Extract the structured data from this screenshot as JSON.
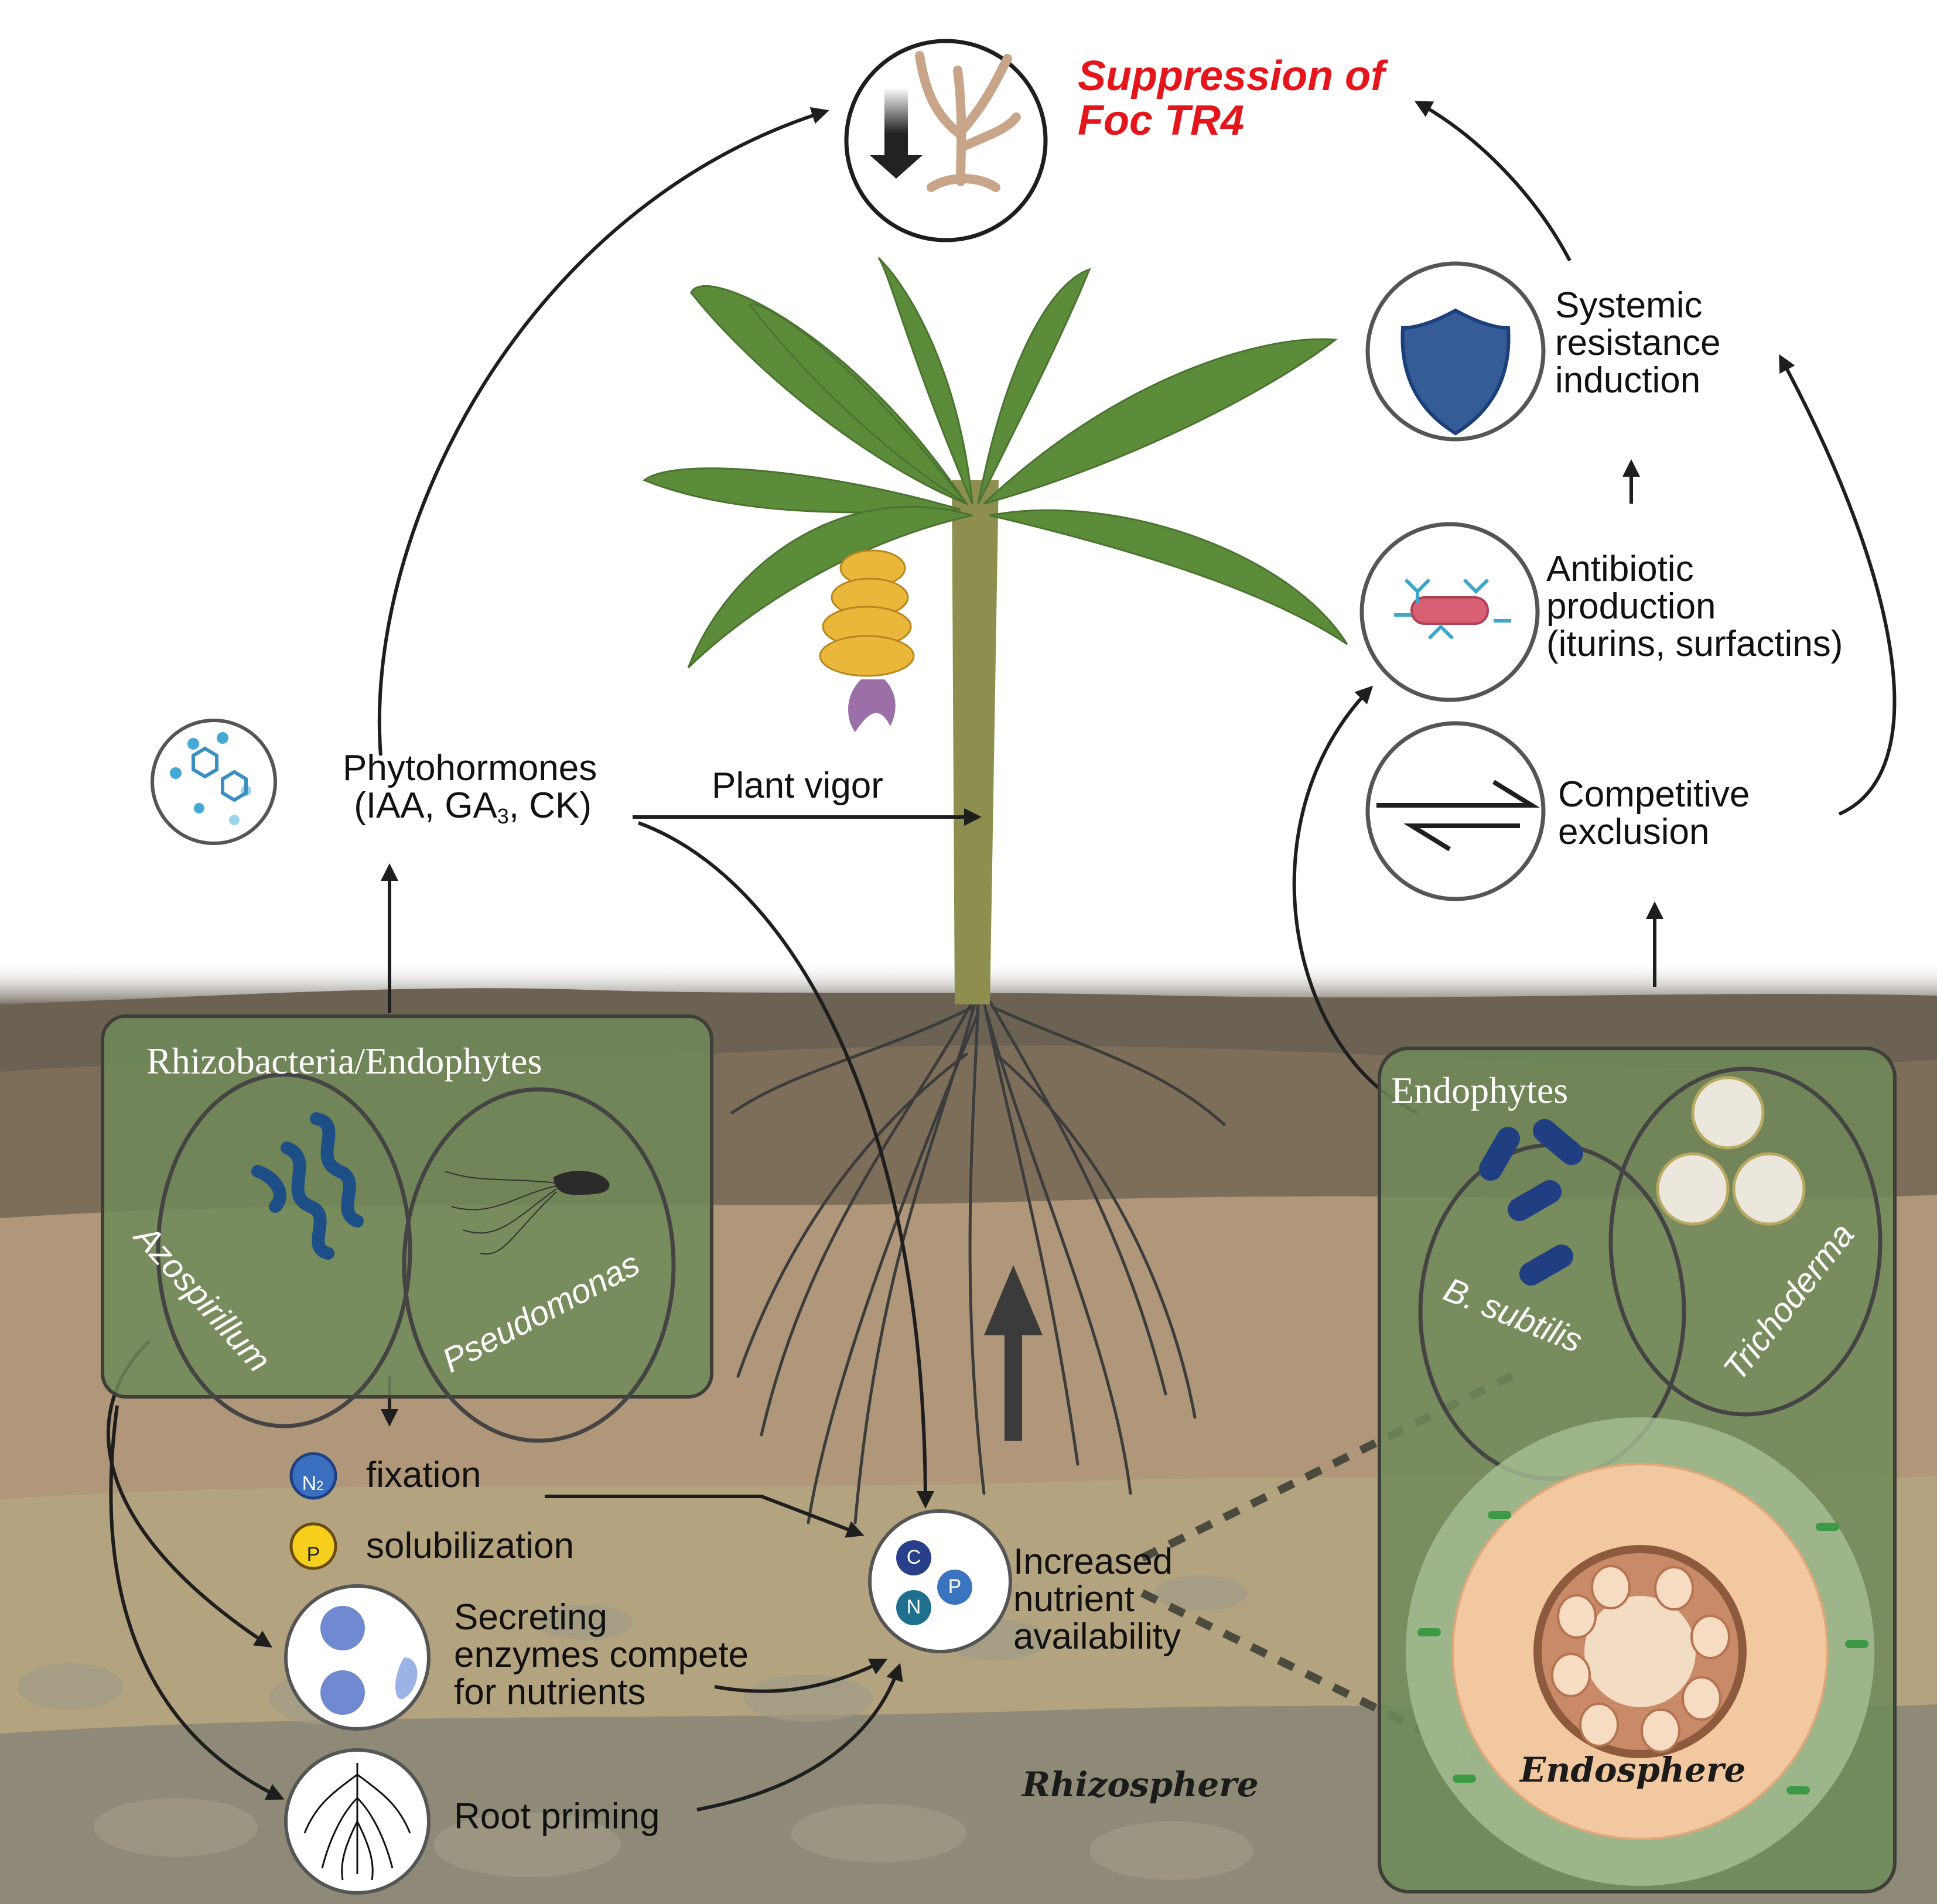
{
  "figure": {
    "outcome": {
      "line1": "Suppression of",
      "line2": "Foc TR4",
      "icon": "fungal-hypha-down-icon",
      "color": "#e4151b"
    },
    "right_mechanisms": [
      {
        "id": "systemic",
        "lines": [
          "Systemic",
          "resistance",
          "induction"
        ],
        "icon": "shield-icon",
        "icon_color": "#355c96"
      },
      {
        "id": "antibiotic",
        "lines": [
          "Antibiotic",
          "production",
          "(iturins, surfactins)"
        ],
        "icon": "antibody-bacterium-icon",
        "icon_color": "#d95f73"
      },
      {
        "id": "competitive",
        "lines": [
          "Competitive",
          "exclusion"
        ],
        "icon": "equilibrium-arrows-icon"
      }
    ],
    "phytohormones": {
      "line1": "Phytohormones",
      "line2_prefix": "(IAA, GA",
      "line2_sub": "3",
      "line2_suffix": ", CK)",
      "icon": "molecules-icon"
    },
    "plant_vigor": "Plant vigor",
    "left_box": {
      "title": "Rhizobacteria/Endophytes",
      "organisms": [
        "Azospirillum",
        "Pseudomonas"
      ]
    },
    "right_box": {
      "title": "Endophytes",
      "organisms": [
        "B. subtilis",
        "Trichoderma"
      ],
      "zone": "Endosphere"
    },
    "left_mechanisms": [
      {
        "id": "n2",
        "badge": "N",
        "badge_sub": "2",
        "label": "fixation",
        "badge_color": "#3a6fbf"
      },
      {
        "id": "p",
        "badge": "P",
        "label": "solubilization",
        "badge_color": "#f5cf1c"
      },
      {
        "id": "enzymes",
        "lines": [
          "Secreting",
          "enzymes compete",
          "for nutrients"
        ],
        "icon": "enzyme-icon"
      },
      {
        "id": "root",
        "label": "Root priming",
        "icon": "root-icon"
      }
    ],
    "nutrients": {
      "lines": [
        "Increased",
        "nutrient",
        "availability"
      ],
      "nodes": [
        "C",
        "P",
        "N"
      ]
    },
    "rhizosphere_label": "Rhizosphere",
    "colors": {
      "soil_top": "#6b6254",
      "soil_mid": "#8a7a62",
      "soil_brown": "#b39a76",
      "soil_light": "#b3a37f",
      "soil_grey": "#8f8a78",
      "box_green": "#6f8a58",
      "leaf_green": "#5c8b3a",
      "stem": "#8e8f4e",
      "banana": "#e9b83a",
      "flower": "#9b6fa8",
      "cortex": "#f4ccA0"
    }
  }
}
